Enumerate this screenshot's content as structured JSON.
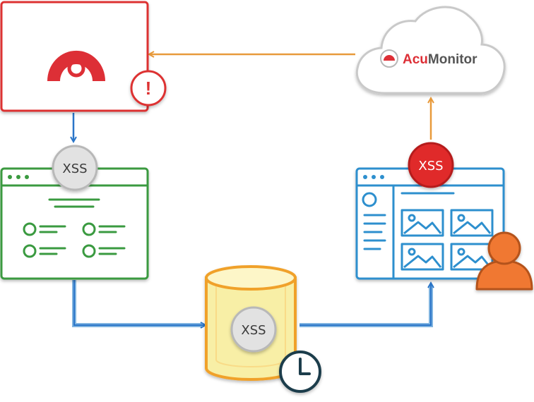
{
  "labels": {
    "badge_scanner": "XSS",
    "badge_database": "XSS",
    "badge_viewer": "XSS",
    "alert_mark": "!",
    "brand_prefix": "Acu",
    "brand_suffix": "Monitor"
  },
  "icons": {
    "scanner_logo": "acunetix-logo-icon",
    "alert": "alert-icon",
    "clock": "clock-icon",
    "user": "user-icon",
    "cloud": "cloud-icon",
    "database": "database-icon"
  },
  "colors": {
    "scanner": "#dd3333",
    "web_form": "#3a9a40",
    "web_viewer": "#2d8fce",
    "database_fill": "#f8efa6",
    "database_stroke": "#f0a12b",
    "flow_blue": "#2a75c8",
    "flow_orange": "#e89a3b",
    "user": "#f07830",
    "badge_grey": "#e2e2e2",
    "badge_red": "#e02b2b"
  }
}
